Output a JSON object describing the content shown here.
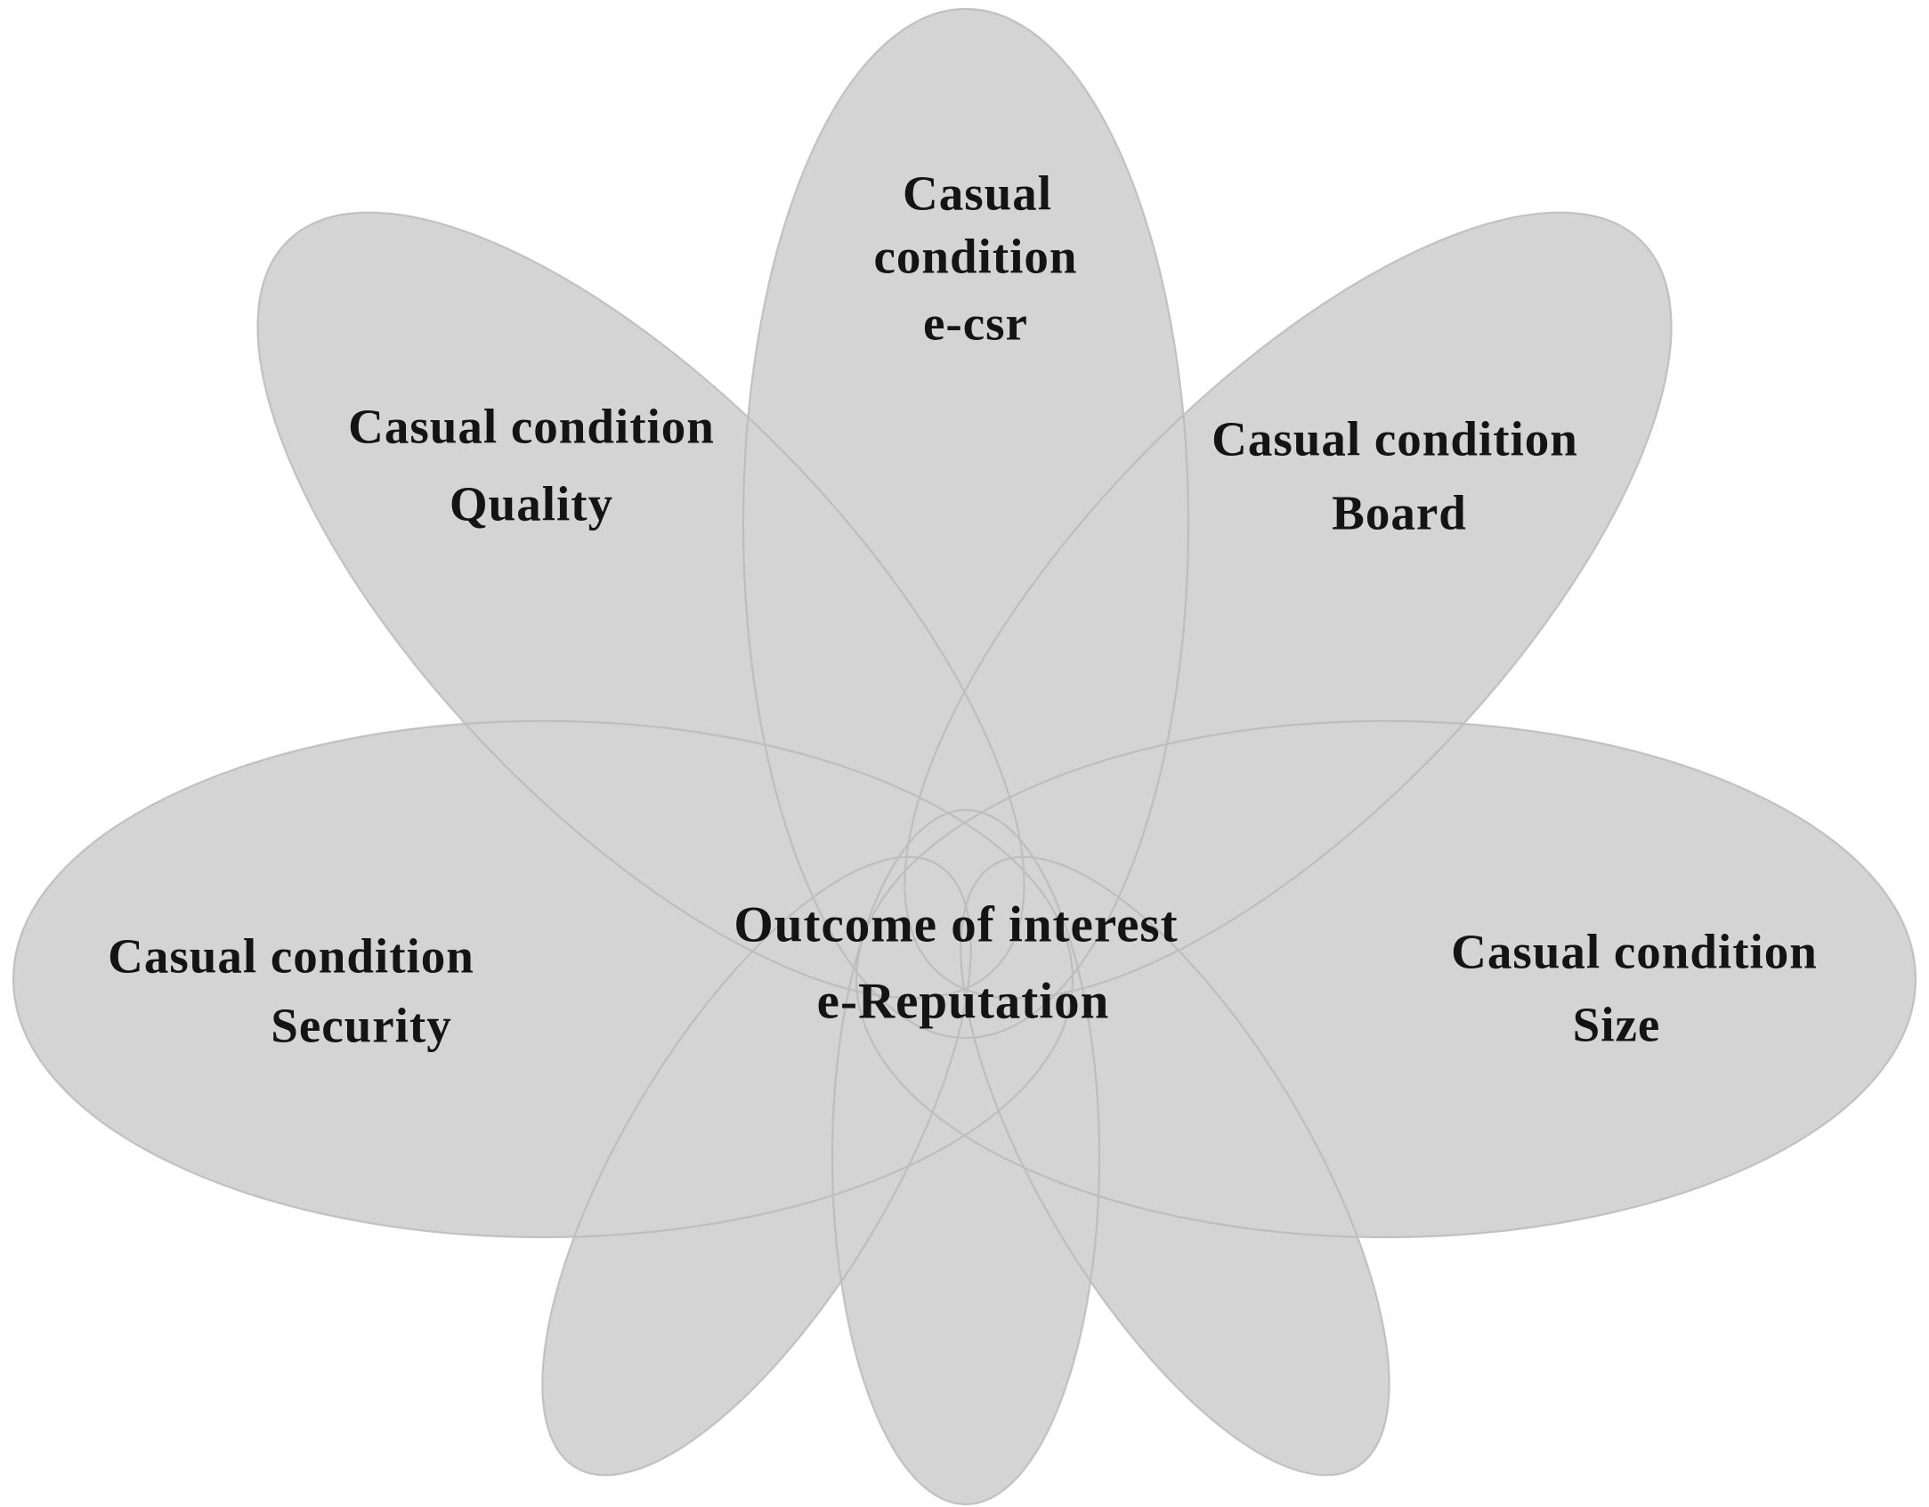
{
  "colors": {
    "background": "#ffffff",
    "petal_fill": "#d4d4d4",
    "petal_outline": "#b8b8b8",
    "label_text": "#141414"
  },
  "labels": {
    "ecsr": [
      "Casual",
      "condition",
      "e-csr"
    ],
    "quality": [
      "Casual condition",
      "Quality"
    ],
    "board": [
      "Casual condition",
      "Board"
    ],
    "security": [
      "Casual condition",
      "Security"
    ],
    "size": [
      "Casual condition",
      "Size"
    ],
    "outcome": [
      "Outcome of interest",
      "e-Reputation"
    ]
  },
  "petals": [
    {
      "position": "top",
      "labeled": true,
      "text": "Casual condition e-csr"
    },
    {
      "position": "upper-left",
      "labeled": true,
      "text": "Casual condition Quality"
    },
    {
      "position": "upper-right",
      "labeled": true,
      "text": "Casual condition Board"
    },
    {
      "position": "left",
      "labeled": true,
      "text": "Casual condition Security"
    },
    {
      "position": "right",
      "labeled": true,
      "text": "Casual condition Size"
    },
    {
      "position": "bottom-left",
      "labeled": false,
      "text": ""
    },
    {
      "position": "bottom-middle",
      "labeled": false,
      "text": ""
    },
    {
      "position": "bottom-right",
      "labeled": false,
      "text": ""
    }
  ],
  "center": {
    "text": "Outcome of interest e-Reputation"
  }
}
